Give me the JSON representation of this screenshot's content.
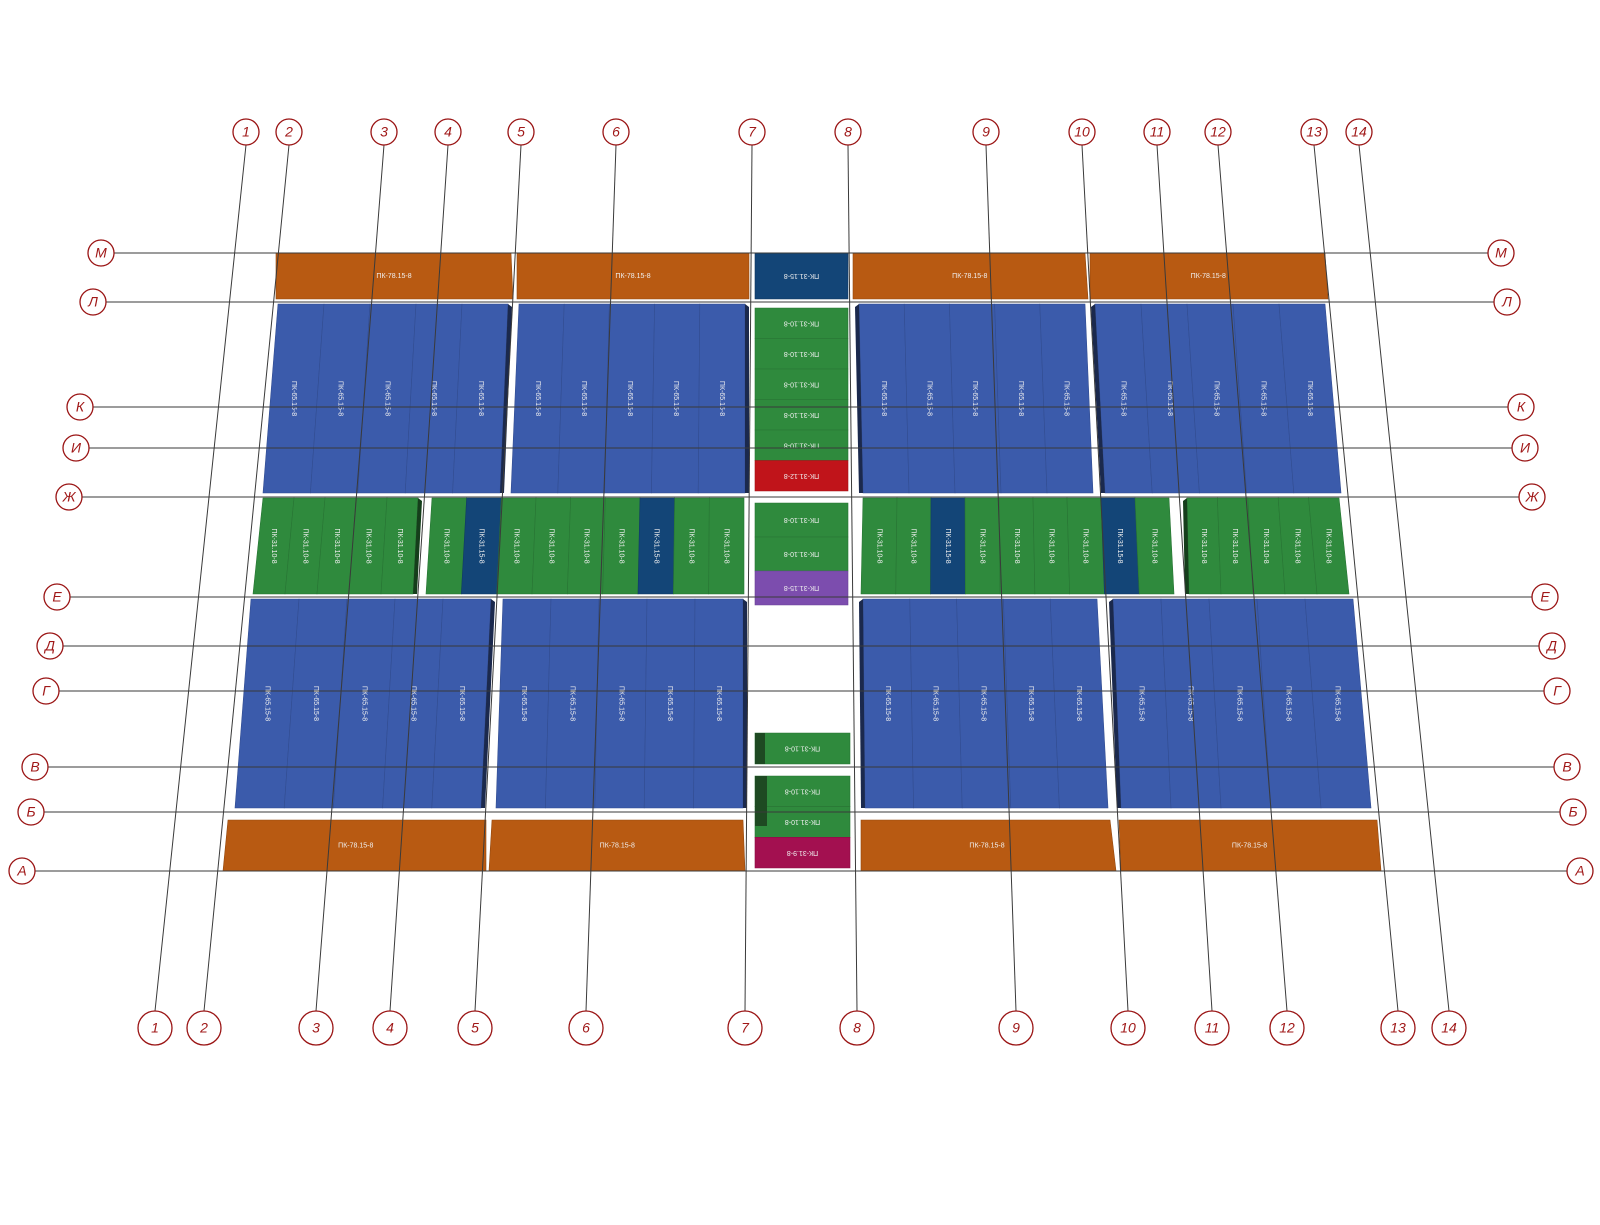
{
  "axes": {
    "columns": [
      "1",
      "2",
      "3",
      "4",
      "5",
      "6",
      "7",
      "8",
      "9",
      "10",
      "11",
      "12",
      "13",
      "14"
    ],
    "rows": [
      "М",
      "Л",
      "К",
      "И",
      "Ж",
      "Е",
      "Д",
      "Г",
      "В",
      "Б",
      "А"
    ]
  },
  "colors": {
    "orange": "#b85a12",
    "blue": "#3b5bab",
    "navy": "#134577",
    "green": "#2f8a3d",
    "red": "#c0141a",
    "purple": "#7c4dae",
    "magenta": "#a31050",
    "dark_green": "#1e4a22",
    "grid_bubble": "#9a1414"
  },
  "labels": {
    "pk_78": "ПК-78.15-8",
    "pk_65": "ПК-65.15-8",
    "pk_31_10": "ПК-31.10-8",
    "pk_31_15": "ПК-31.15-8",
    "pk_31_12": "ПК-31.12-8",
    "pk_31_9": "ПК-31.9-8"
  },
  "slabs": {
    "top_orange_row": [
      "ПК-78.15-8",
      "ПК-78.15-8",
      "ПК-31.15-8",
      "ПК-78.15-8",
      "ПК-78.15-8"
    ],
    "upper_blue_bays": 4,
    "upper_blue_planks_per_bay": 5,
    "center_upper_stack": [
      "ПК-31.10-8",
      "ПК-31.10-8",
      "ПК-31.10-8",
      "ПК-31.10-8",
      "ПК-31.10-8",
      "ПК-31.12-8"
    ],
    "middle_band_bay1": [
      "ПК-31.10-8",
      "ПК-31.10-8",
      "ПК-31.10-8",
      "ПК-31.10-8",
      "ПК-31.10-8"
    ],
    "middle_band_bay2": [
      "ПК-31.10-8",
      "ПК-31.15-8",
      "ПК-31.10-8",
      "ПК-31.10-8",
      "ПК-31.10-8",
      "ПК-31.10-8",
      "ПК-31.15-8",
      "ПК-31.10-8",
      "ПК-31.10-8"
    ],
    "center_middle_stack": [
      "ПК-31.10-8",
      "ПК-31.10-8",
      "ПК-31.15-8"
    ],
    "middle_band_bay3": [
      "ПК-31.10-8",
      "ПК-31.10-8",
      "ПК-31.15-8",
      "ПК-31.10-8",
      "ПК-31.10-8",
      "ПК-31.10-8",
      "ПК-31.10-8",
      "ПК-31.15-8",
      "ПК-31.10-8"
    ],
    "middle_band_bay4": [
      "ПК-31.10-8",
      "ПК-31.10-8",
      "ПК-31.10-8",
      "ПК-31.10-8",
      "ПК-31.10-8"
    ],
    "lower_blue_bays": 4,
    "lower_blue_planks_per_bay": 5,
    "center_lower_stack": [
      "ПК-31.10-8",
      "ПК-31.10-8",
      "ПК-31.10-8",
      "ПК-31.9-8"
    ],
    "bottom_orange_row": [
      "ПК-78.15-8",
      "ПК-78.15-8",
      "ПК-78.15-8",
      "ПК-78.15-8"
    ]
  }
}
